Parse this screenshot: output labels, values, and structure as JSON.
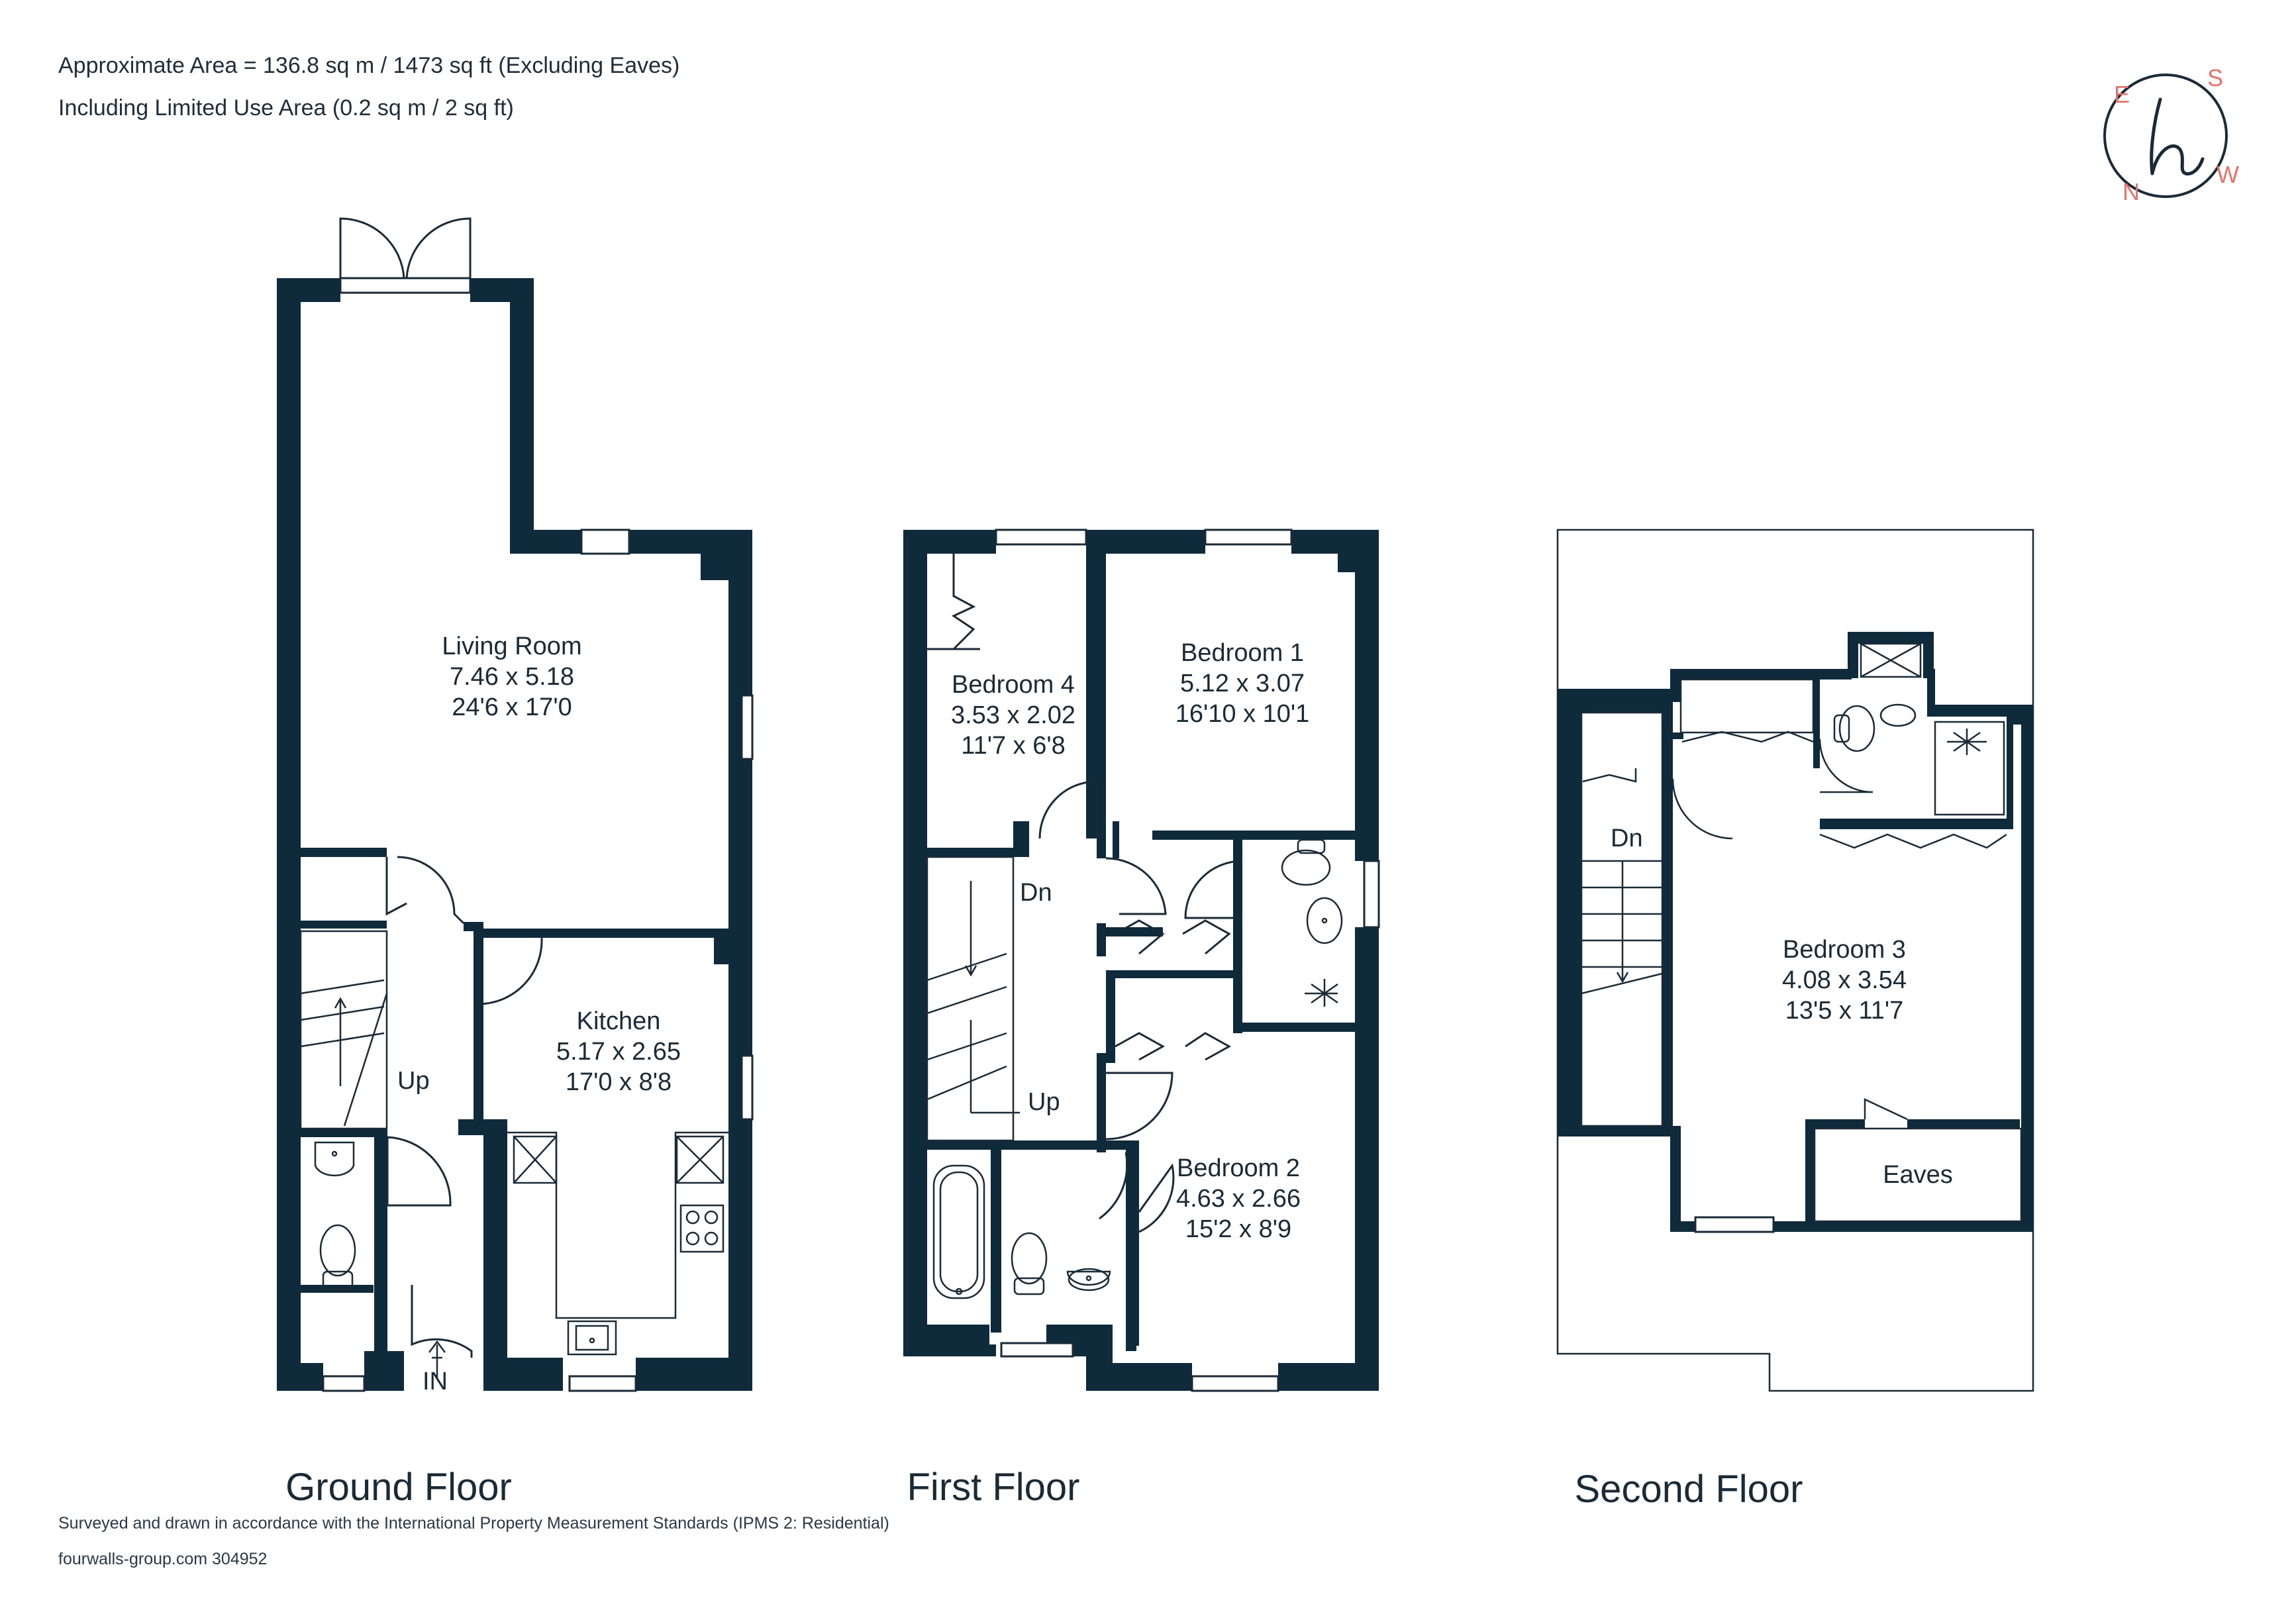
{
  "header": {
    "line1": "Approximate Area = 136.8 sq m / 1473 sq ft (Excluding Eaves)",
    "line2": "Including Limited Use Area (0.2 sq m / 2 sq ft)"
  },
  "compass": {
    "e": "E",
    "s": "S",
    "n": "N",
    "w": "W",
    "logo": "h"
  },
  "floors": {
    "ground": {
      "title": "Ground Floor",
      "living": {
        "name": "Living Room",
        "metric": "7.46 x 5.18",
        "imperial": "24'6 x 17'0"
      },
      "kitchen": {
        "name": "Kitchen",
        "metric": "5.17 x 2.65",
        "imperial": "17'0 x 8'8"
      },
      "up": "Up",
      "entrance": "IN"
    },
    "first": {
      "title": "First Floor",
      "bedroom4": {
        "name": "Bedroom 4",
        "metric": "3.53 x 2.02",
        "imperial": "11'7 x 6'8"
      },
      "bedroom1": {
        "name": "Bedroom 1",
        "metric": "5.12 x 3.07",
        "imperial": "16'10 x 10'1"
      },
      "bedroom2": {
        "name": "Bedroom 2",
        "metric": "4.63 x 2.66",
        "imperial": "15'2 x 8'9"
      },
      "dn": "Dn",
      "up": "Up"
    },
    "second": {
      "title": "Second Floor",
      "bedroom3": {
        "name": "Bedroom 3",
        "metric": "4.08 x 3.54",
        "imperial": "13'5 x 11'7"
      },
      "eaves": "Eaves",
      "dn": "Dn"
    }
  },
  "footer": {
    "line1": "Surveyed and drawn in accordance with the International Property Measurement Standards (IPMS 2: Residential)",
    "line2": "fourwalls-group.com 304952"
  },
  "colors": {
    "wall": "#0f2a3a",
    "accent": "#e8736c",
    "line": "#1a2a36"
  }
}
